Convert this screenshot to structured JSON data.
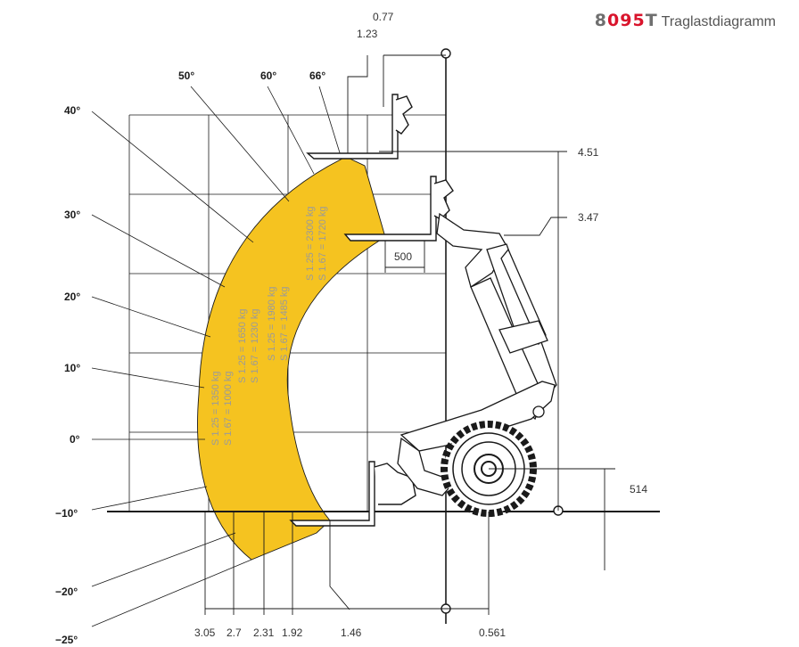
{
  "header": {
    "model_part1": "8",
    "model_part2": "095",
    "model_part3": "T",
    "title": "Traglastdiagramm"
  },
  "colors": {
    "load_zone": "#f5c320",
    "zone_text": "#9a9a9a",
    "line": "#1a1a1a",
    "brand_red": "#d9142c"
  },
  "angles": {
    "left": [
      "40°",
      "30°",
      "20°",
      "10°",
      "0°",
      "−10°",
      "−20°",
      "−25°"
    ],
    "top": [
      "50°",
      "60°",
      "66°"
    ]
  },
  "zone_labels": [
    {
      "s125": "S 1.25 = 1350 kg",
      "s167": "S 1.67 = 1000 kg"
    },
    {
      "s125": "S 1.25 = 1650 kg",
      "s167": "S 1.67 = 1230 kg"
    },
    {
      "s125": "S 1.25 = 1980 kg",
      "s167": "S 1.67 = 1485 kg"
    },
    {
      "s125": "S 1.25 = 2300 kg",
      "s167": "S 1.67 = 1720 kg"
    }
  ],
  "dimensions": {
    "top_077": "0.77",
    "top_123": "1.23",
    "h_451": "4.51",
    "h_347": "3.47",
    "fork_500": "500",
    "wheel_514": "514",
    "bottom": [
      "3.05",
      "2.7",
      "2.31",
      "1.92",
      "1.46",
      "0.561"
    ]
  }
}
